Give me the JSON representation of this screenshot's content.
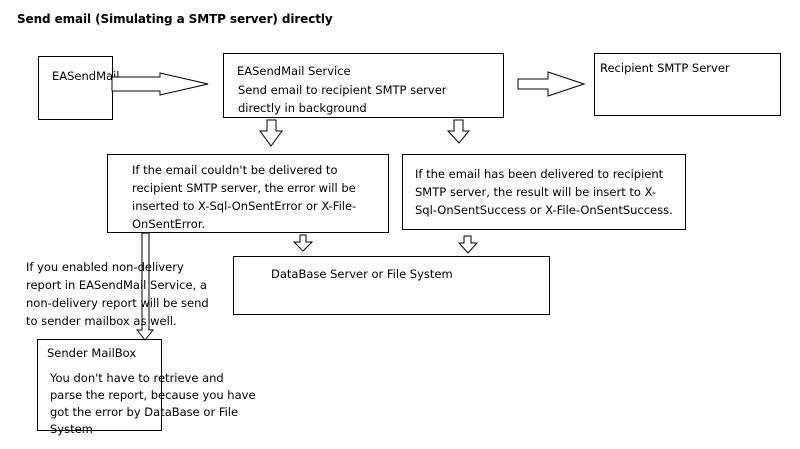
{
  "title": "Send email (Simulating a SMTP server) directly",
  "nodes": {
    "easendmail": {
      "label": "EASendMail"
    },
    "service": {
      "label": "EASendMail Service",
      "description": "Send email to recipient SMTP server\ndirectly in background"
    },
    "recipient": {
      "label": "Recipient SMTP Server"
    },
    "error_box": {
      "text": "If the email couldn't be delivered to\nrecipient SMTP server, the error will be\ninserted to X-Sql-OnSentError or X-File-\nOnSentError."
    },
    "success_box": {
      "text": "If the email has been delivered to recipient\nSMTP server, the result will be insert to X-\nSql-OnSentSuccess or X-File-OnSentSuccess."
    },
    "database": {
      "label": "DataBase Server or File System"
    },
    "ndr_note": {
      "text": "If you enabled non-delivery\nreport in EASendMail Service, a\nnon-delivery report will be send\nto sender mailbox as well."
    },
    "sender": {
      "label": "Sender MailBox",
      "description": "You don't have to retrieve and\nparse the report, because you have\ngot the error by DataBase or File\nSystem"
    }
  },
  "edges": [
    {
      "from": "easendmail",
      "to": "service"
    },
    {
      "from": "service",
      "to": "recipient"
    },
    {
      "from": "service",
      "to": "error_box"
    },
    {
      "from": "service",
      "to": "success_box"
    },
    {
      "from": "error_box",
      "to": "database"
    },
    {
      "from": "success_box",
      "to": "database"
    },
    {
      "from": "error_box",
      "to": "sender"
    }
  ]
}
